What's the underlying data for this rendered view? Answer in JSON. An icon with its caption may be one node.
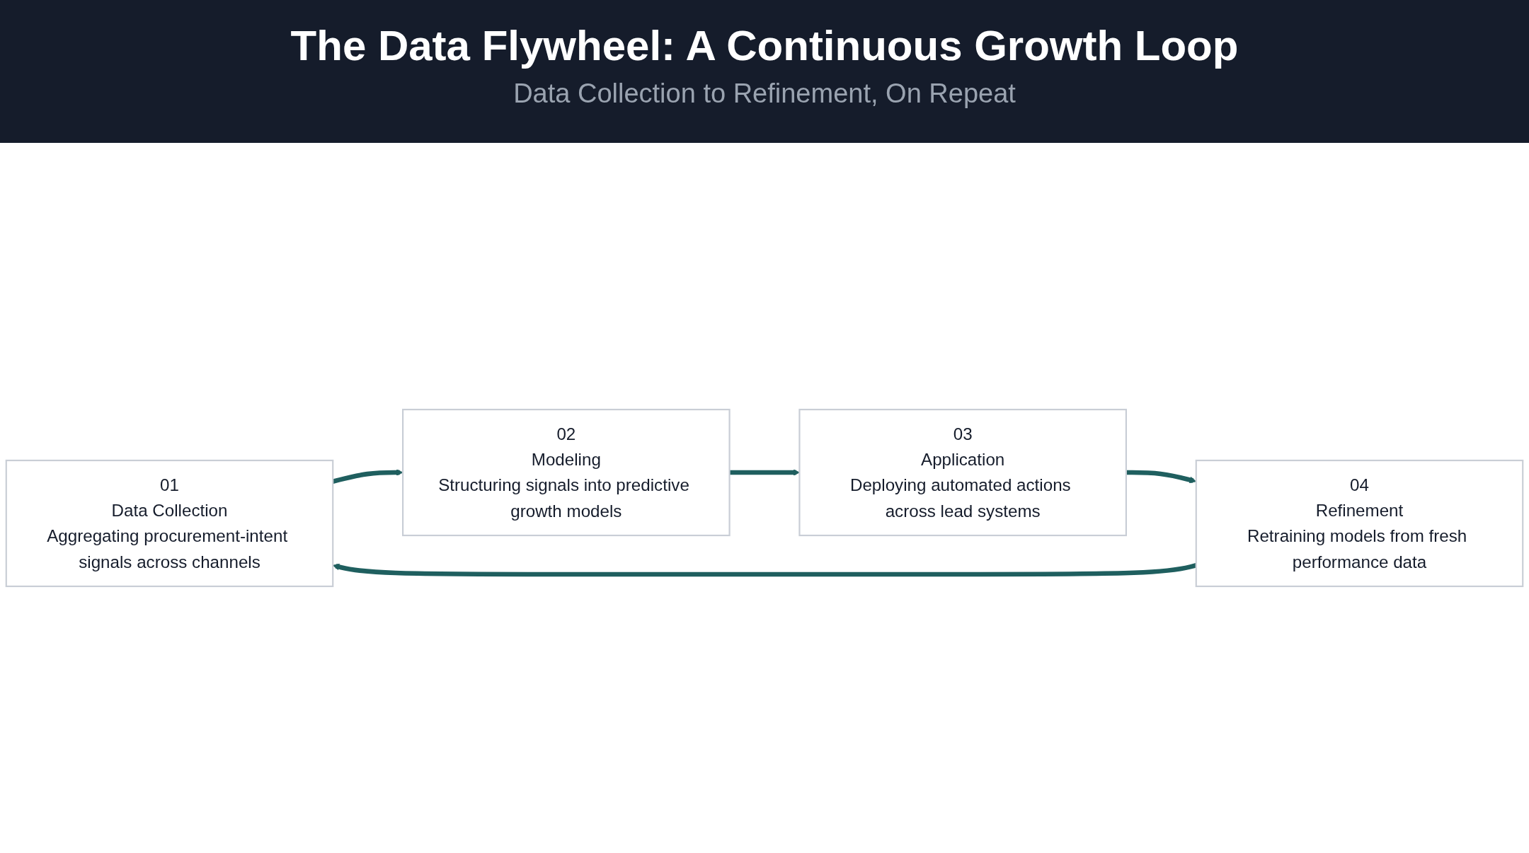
{
  "diagram": {
    "title": "The Data Flywheel: A Continuous Growth Loop",
    "nodes": [
      {
        "text": [
          "01",
          "Data Collection",
          "Aggregating procurement-intent signals across channels"
        ]
      },
      {
        "text": [
          "02",
          "Modeling",
          "Structuring signals into predictive growth models"
        ]
      },
      {
        "text": [
          "03",
          "Application",
          "Deploying automated actions across lead systems"
        ]
      },
      {
        "text": [
          "04",
          "Refinement",
          "Retraining models from fresh performance data"
        ]
      }
    ],
    "edges": [
      {
        "from": 0,
        "to": 1,
        "arrow": "to"
      },
      {
        "from": 1,
        "to": 2,
        "arrow": "to"
      },
      {
        "from": 2,
        "to": 3,
        "arrow": "to"
      },
      {
        "from": 3,
        "to": 0,
        "arrow": "to"
      }
    ],
    "labels": [
      "Data Collection to Refinement, On Repeat"
    ]
  }
}
